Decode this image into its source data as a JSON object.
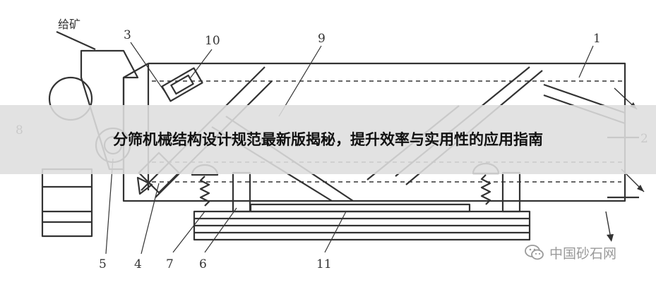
{
  "diagram": {
    "feed_label": "给矿",
    "part_labels": {
      "p1": "1",
      "p2": "2",
      "p3": "3",
      "p4": "4",
      "p5": "5",
      "p6": "6",
      "p7": "7",
      "p8": "8",
      "p9": "9",
      "p10": "10",
      "p11": "11"
    }
  },
  "banner": {
    "title": "分筛机械结构设计规范最新版揭秘，提升效率与实用性的应用指南"
  },
  "watermark": {
    "text": "中国砂石网",
    "icon": "wechat-icon"
  },
  "colors": {
    "line": "#333333",
    "banner_bg": "#dedede",
    "title": "#111111",
    "watermark": "#9a9a9a"
  }
}
